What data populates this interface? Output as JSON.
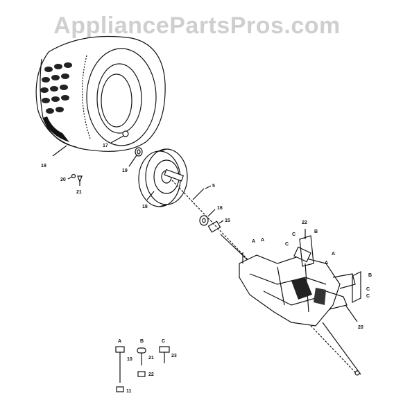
{
  "watermark": "AppliancePartsPros.com",
  "callouts": {
    "c19a": "19",
    "c17": "17",
    "c19b": "19",
    "c20a": "20",
    "c21a": "21",
    "c18": "18",
    "c5": "5",
    "c16": "16",
    "c15": "15",
    "c22a": "22",
    "cB1": "B",
    "cC1": "C",
    "cA1": "A",
    "cA2": "A",
    "cC2": "C",
    "cA3": "A",
    "cA4": "A",
    "cB2": "B",
    "cC3": "C",
    "cC4": "C",
    "c20b": "20",
    "hA": "A",
    "hB": "B",
    "hC": "C",
    "c10": "10",
    "c21b": "21",
    "c23": "23",
    "c22b": "22",
    "c11": "11"
  }
}
